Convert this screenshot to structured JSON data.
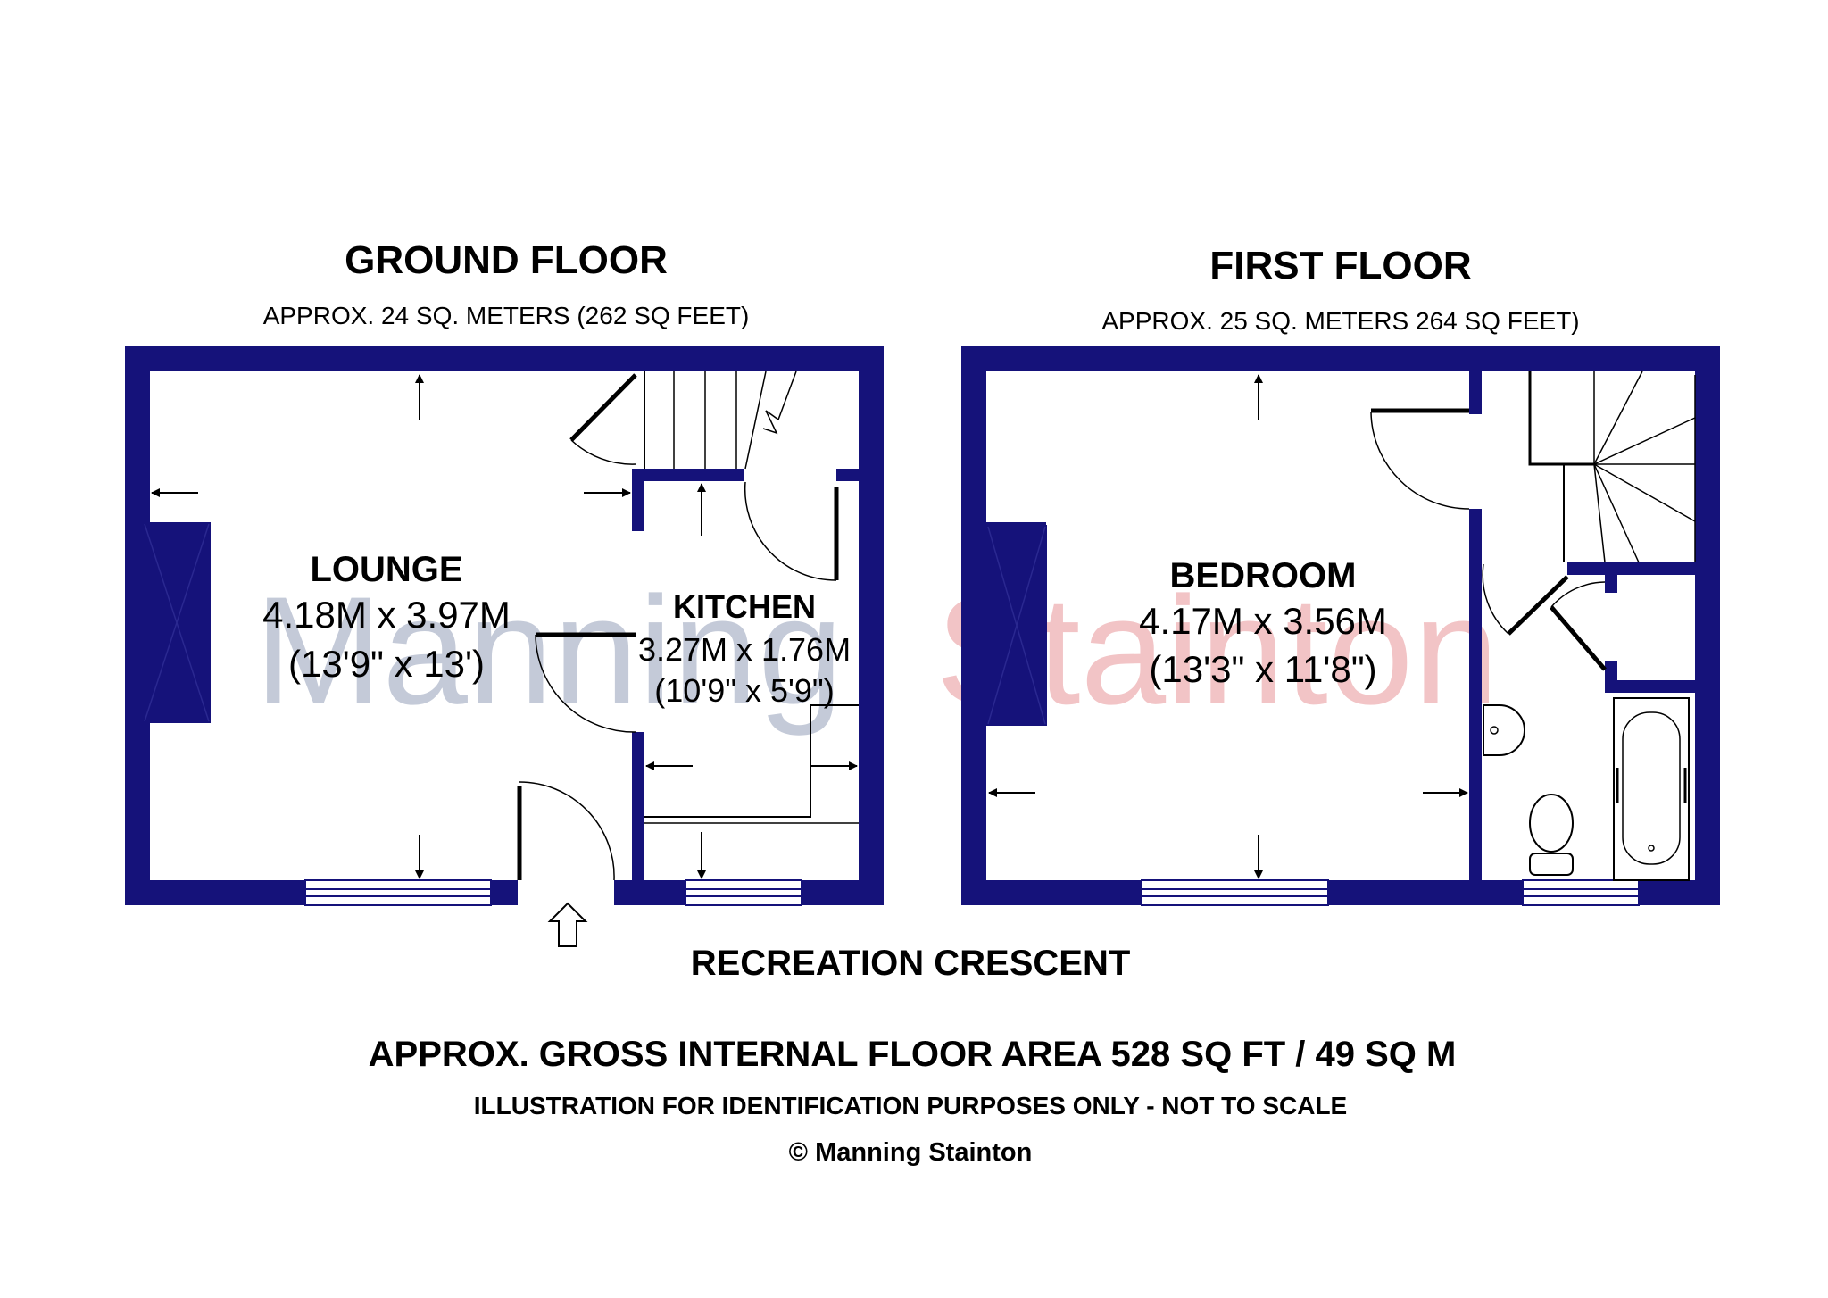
{
  "watermark": {
    "left": "Manning",
    "right": "Stainton"
  },
  "ground_floor": {
    "title": "GROUND FLOOR",
    "area": "APPROX. 24 SQ. METERS (262 SQ FEET)",
    "lounge": {
      "name": "LOUNGE",
      "metric": "4.18M x 3.97M",
      "imperial": "(13'9\" x 13')"
    },
    "kitchen": {
      "name": "KITCHEN",
      "metric": "3.27M x 1.76M",
      "imperial": "(10'9\" x 5'9\")"
    }
  },
  "first_floor": {
    "title": "FIRST FLOOR",
    "area": "APPROX. 25 SQ. METERS 264 SQ FEET)",
    "bedroom": {
      "name": "BEDROOM",
      "metric": "4.17M x 3.56M",
      "imperial": "(13'3\" x 11'8\")"
    }
  },
  "street": "RECREATION CRESCENT",
  "footer": {
    "gross_area": "APPROX. GROSS INTERNAL FLOOR AREA 528 SQ FT / 49 SQ M",
    "disclaimer": "ILLUSTRATION FOR IDENTIFICATION PURPOSES ONLY - NOT TO SCALE",
    "copyright": "© Manning Stainton"
  },
  "colors": {
    "wall": "#15127a",
    "watermark_left": "#c4cad8",
    "watermark_right": "#f2c4c6"
  }
}
